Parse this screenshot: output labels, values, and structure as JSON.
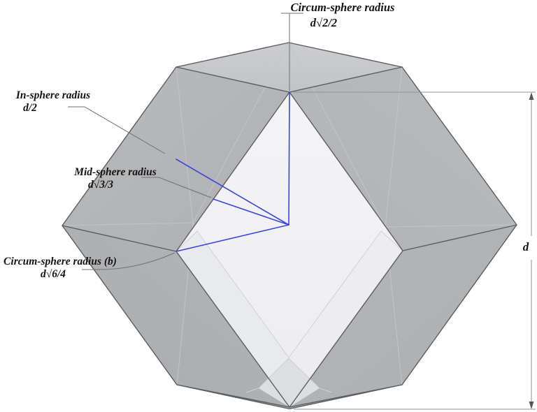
{
  "accent_color": "#3a45e0",
  "figure": "rhombic-dodecahedron-cutaway",
  "labels": {
    "circum_top": {
      "title": "Circum-sphere radius",
      "value": "d√2/2"
    },
    "in_sphere": {
      "title": "In-sphere radius",
      "value": "d/2"
    },
    "mid_sphere": {
      "title": "Mid-sphere radius",
      "value": "d√3/3"
    },
    "circum_b": {
      "title": "Circum-sphere radius (b)",
      "value": "d√6/4"
    },
    "dimension": {
      "value": "d"
    }
  }
}
